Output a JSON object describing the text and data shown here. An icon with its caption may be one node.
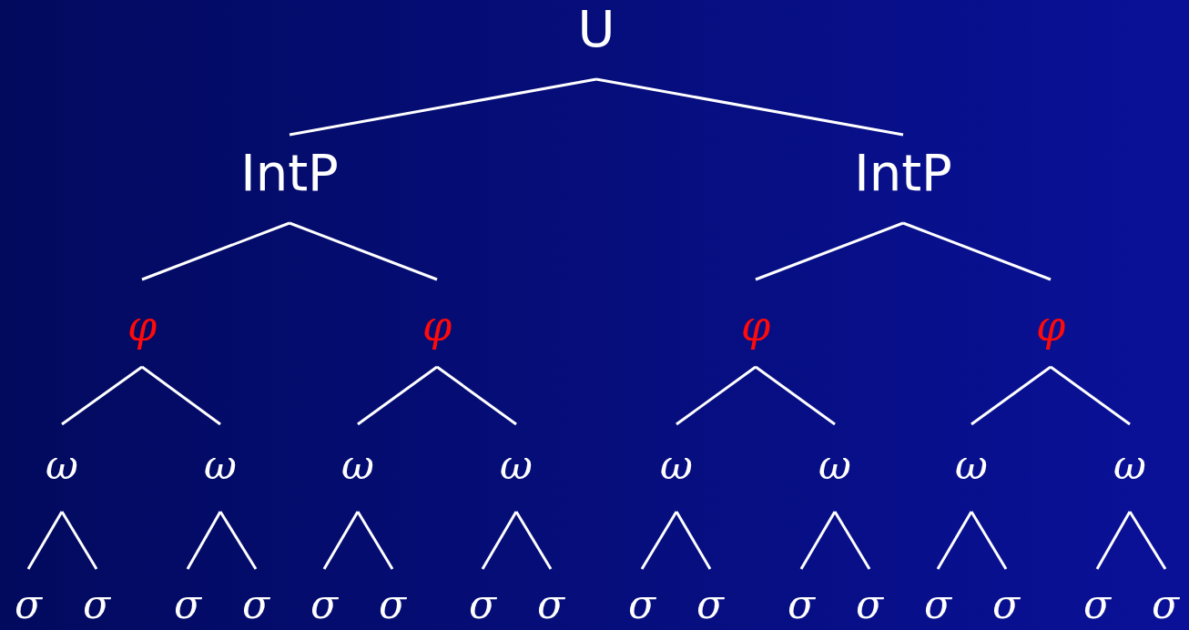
{
  "diagram": {
    "nodes": [
      {
        "text": [
          "U"
        ]
      },
      {
        "text": [
          "IntP"
        ]
      },
      {
        "text": [
          "IntP"
        ]
      },
      {
        "text": [
          "φ"
        ]
      },
      {
        "text": [
          "φ"
        ]
      },
      {
        "text": [
          "φ"
        ]
      },
      {
        "text": [
          "φ"
        ]
      },
      {
        "text": [
          "ω"
        ]
      },
      {
        "text": [
          "ω"
        ]
      },
      {
        "text": [
          "ω"
        ]
      },
      {
        "text": [
          "ω"
        ]
      },
      {
        "text": [
          "ω"
        ]
      },
      {
        "text": [
          "ω"
        ]
      },
      {
        "text": [
          "ω"
        ]
      },
      {
        "text": [
          "ω"
        ]
      },
      {
        "text": [
          "σ"
        ]
      },
      {
        "text": [
          "σ"
        ]
      },
      {
        "text": [
          "σ"
        ]
      },
      {
        "text": [
          "σ"
        ]
      },
      {
        "text": [
          "σ"
        ]
      },
      {
        "text": [
          "σ"
        ]
      },
      {
        "text": [
          "σ"
        ]
      },
      {
        "text": [
          "σ"
        ]
      },
      {
        "text": [
          "σ"
        ]
      },
      {
        "text": [
          "σ"
        ]
      },
      {
        "text": [
          "σ"
        ]
      },
      {
        "text": [
          "σ"
        ]
      },
      {
        "text": [
          "σ"
        ]
      },
      {
        "text": [
          "σ"
        ]
      },
      {
        "text": [
          "σ"
        ]
      },
      {
        "text": [
          "σ"
        ]
      }
    ],
    "edges": [
      {
        "from": 0,
        "to": 1,
        "arrow": "none"
      },
      {
        "from": 0,
        "to": 2,
        "arrow": "none"
      },
      {
        "from": 1,
        "to": 3,
        "arrow": "none"
      },
      {
        "from": 1,
        "to": 4,
        "arrow": "none"
      },
      {
        "from": 2,
        "to": 5,
        "arrow": "none"
      },
      {
        "from": 2,
        "to": 6,
        "arrow": "none"
      },
      {
        "from": 3,
        "to": 7,
        "arrow": "none"
      },
      {
        "from": 3,
        "to": 8,
        "arrow": "none"
      },
      {
        "from": 4,
        "to": 9,
        "arrow": "none"
      },
      {
        "from": 4,
        "to": 10,
        "arrow": "none"
      },
      {
        "from": 5,
        "to": 11,
        "arrow": "none"
      },
      {
        "from": 5,
        "to": 12,
        "arrow": "none"
      },
      {
        "from": 6,
        "to": 13,
        "arrow": "none"
      },
      {
        "from": 6,
        "to": 14,
        "arrow": "none"
      },
      {
        "from": 7,
        "to": 15,
        "arrow": "none"
      },
      {
        "from": 7,
        "to": 16,
        "arrow": "none"
      },
      {
        "from": 8,
        "to": 17,
        "arrow": "none"
      },
      {
        "from": 8,
        "to": 18,
        "arrow": "none"
      },
      {
        "from": 9,
        "to": 19,
        "arrow": "none"
      },
      {
        "from": 9,
        "to": 20,
        "arrow": "none"
      },
      {
        "from": 10,
        "to": 21,
        "arrow": "none"
      },
      {
        "from": 10,
        "to": 22,
        "arrow": "none"
      },
      {
        "from": 11,
        "to": 23,
        "arrow": "none"
      },
      {
        "from": 11,
        "to": 24,
        "arrow": "none"
      },
      {
        "from": 12,
        "to": 25,
        "arrow": "none"
      },
      {
        "from": 12,
        "to": 26,
        "arrow": "none"
      },
      {
        "from": 13,
        "to": 27,
        "arrow": "none"
      },
      {
        "from": 13,
        "to": 28,
        "arrow": "none"
      },
      {
        "from": 14,
        "to": 29,
        "arrow": "none"
      },
      {
        "from": 14,
        "to": 30,
        "arrow": "none"
      }
    ]
  }
}
